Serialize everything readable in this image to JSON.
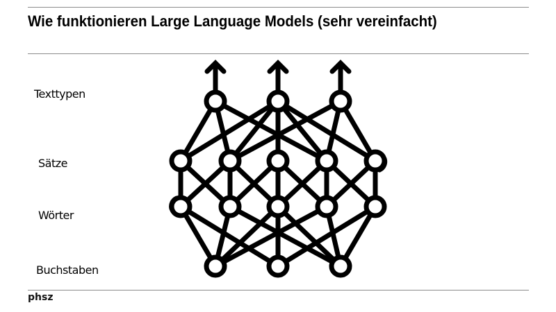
{
  "title": "Wie funktionieren Large Language Models (sehr vereinfacht)",
  "layers": [
    {
      "label": "Texttypen"
    },
    {
      "label": "Sätze"
    },
    {
      "label": "Wörter"
    },
    {
      "label": "Buchstaben"
    }
  ],
  "footer": "phsz",
  "network": {
    "icon": "neural-network-icon",
    "rows": {
      "output": [
        310,
        400,
        490
      ],
      "hidden1": [
        260,
        331,
        400,
        470,
        540
      ],
      "hidden2": [
        260,
        331,
        400,
        470,
        540
      ],
      "input": [
        310,
        400,
        490
      ]
    },
    "output_arrows": 3
  },
  "colors": {
    "text": "#000000",
    "rule": "#8a8a8a",
    "icon": "#000000"
  }
}
